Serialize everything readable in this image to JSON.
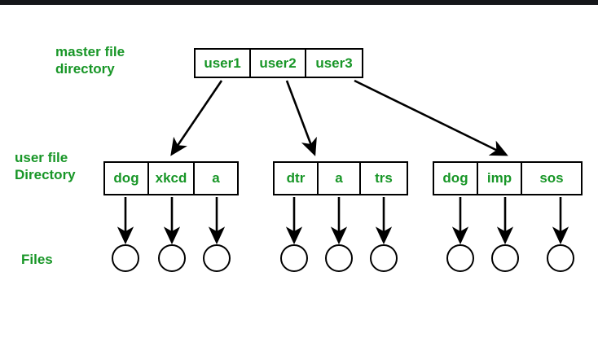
{
  "diagram": {
    "title_row_labels": {
      "master": "master file\ndirectory",
      "user": "user file\nDirectory",
      "files": "Files"
    },
    "colors": {
      "text_green": "#189627",
      "stroke_black": "#000000",
      "background": "#ffffff",
      "topbar": "#15161a"
    },
    "master_directory": {
      "entries": [
        "user1",
        "user2",
        "user3"
      ]
    },
    "user_directories": [
      {
        "owner": "user1",
        "entries": [
          "dog",
          "xkcd",
          "a"
        ]
      },
      {
        "owner": "user2",
        "entries": [
          "dtr",
          "a",
          "trs"
        ]
      },
      {
        "owner": "user3",
        "entries": [
          "dog",
          "imp",
          "sos"
        ]
      }
    ],
    "files": {
      "count": 9,
      "shape": "circle",
      "label": ""
    }
  }
}
